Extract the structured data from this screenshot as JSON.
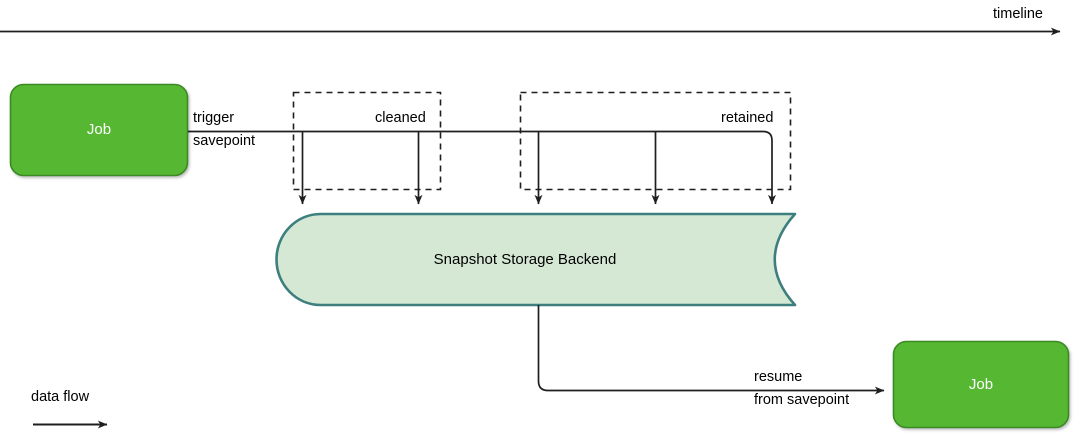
{
  "diagram": {
    "title_text": "",
    "colors": {
      "job_fill": "#56b833",
      "job_stroke": "#3a8a22",
      "job_text": "#ffffff",
      "storage_fill": "#d5e8d4",
      "storage_stroke": "#3d7e7e",
      "line": "#1f1f1f",
      "dashed": "#1f1f1f",
      "background": "#ffffff"
    },
    "timeline": {
      "label": "timeline",
      "arrow_icon": "arrow-right-icon"
    },
    "data_flow": {
      "label": "data flow",
      "arrow_icon": "arrow-right-icon"
    },
    "nodes": [
      {
        "id": "job-left",
        "label": "Job",
        "shape": "rounded-rect"
      },
      {
        "id": "job-right",
        "label": "Job",
        "shape": "rounded-rect"
      },
      {
        "id": "storage",
        "label": "Snapshot Storage Backend",
        "shape": "tape-cylinder"
      }
    ],
    "groups": [
      {
        "id": "cleaned-group",
        "label": "cleaned",
        "style": "dashed-rect",
        "snapshot_count": 2
      },
      {
        "id": "retained-group",
        "label": "retained",
        "style": "dashed-rect",
        "snapshot_count": 3
      }
    ],
    "edges": [
      {
        "id": "trigger-savepoint",
        "label_line1": "trigger",
        "label_line2": "savepoint",
        "from": "job-left",
        "to": "storage"
      },
      {
        "id": "resume-from-savepoint",
        "label_line1": "resume",
        "label_line2": "from savepoint",
        "from": "storage",
        "to": "job-right"
      }
    ],
    "savepoint_arrows": [
      {
        "id": "savepoint-arrow-1",
        "group": "cleaned-group"
      },
      {
        "id": "savepoint-arrow-2",
        "group": "cleaned-group"
      },
      {
        "id": "savepoint-arrow-3",
        "group": "retained-group"
      },
      {
        "id": "savepoint-arrow-4",
        "group": "retained-group"
      },
      {
        "id": "savepoint-arrow-5",
        "group": "retained-group"
      }
    ]
  }
}
